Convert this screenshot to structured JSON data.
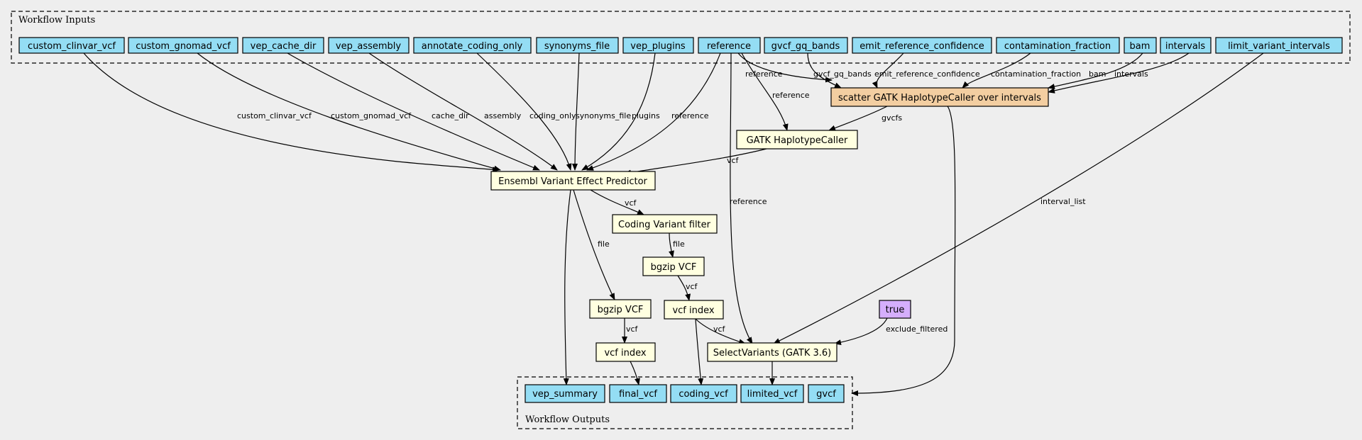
{
  "clusters": {
    "inputs_label": "Workflow Inputs",
    "outputs_label": "Workflow Outputs"
  },
  "inputs": {
    "custom_clinvar_vcf": "custom_clinvar_vcf",
    "custom_gnomad_vcf": "custom_gnomad_vcf",
    "vep_cache_dir": "vep_cache_dir",
    "vep_assembly": "vep_assembly",
    "annotate_coding_only": "annotate_coding_only",
    "synonyms_file": "synonyms_file",
    "vep_plugins": "vep_plugins",
    "reference": "reference",
    "gvcf_gq_bands": "gvcf_gq_bands",
    "emit_reference_confidence": "emit_reference_confidence",
    "contamination_fraction": "contamination_fraction",
    "bam": "bam",
    "intervals": "intervals",
    "limit_variant_intervals": "limit_variant_intervals"
  },
  "steps": {
    "scatter": "scatter GATK HaplotypeCaller over intervals",
    "haplotype": "GATK HaplotypeCaller",
    "vep": "Ensembl Variant Effect Predictor",
    "coding_filter": "Coding Variant filter",
    "bgzip1": "bgzip VCF",
    "bgzip2": "bgzip VCF",
    "index1": "vcf index",
    "index2": "vcf index",
    "select": "SelectVariants (GATK 3.6)",
    "true_const": "true"
  },
  "outputs": {
    "vep_summary": "vep_summary",
    "final_vcf": "final_vcf",
    "coding_vcf": "coding_vcf",
    "limited_vcf": "limited_vcf",
    "gvcf": "gvcf"
  },
  "edge_labels": {
    "custom_clinvar_vcf": "custom_clinvar_vcf",
    "custom_gnomad_vcf": "custom_gnomad_vcf",
    "cache_dir": "cache_dir",
    "assembly": "assembly",
    "coding_only": "coding_only",
    "synonyms_file": "synonyms_file",
    "plugins": "plugins",
    "reference_vep": "reference",
    "reference_scatter": "reference",
    "gvcf_gq_bands": "gvcf_gq_bands",
    "emit_reference_confidence": "emit_reference_confidence",
    "contamination_fraction": "contamination_fraction",
    "bam": "bam",
    "intervals": "intervals",
    "reference_haplotype": "reference",
    "gvcfs": "gvcfs",
    "vcf_haplo_vep": "vcf",
    "vcf_vep_filter": "vcf",
    "file_vep_bgzip": "file",
    "file_filter_bgzip": "file",
    "vcf_bgzip_index_right": "vcf",
    "vcf_bgzip_index_left": "vcf",
    "reference_select": "reference",
    "interval_list": "interval_list",
    "vcf_index_select": "vcf",
    "exclude_filtered": "exclude_filtered"
  }
}
